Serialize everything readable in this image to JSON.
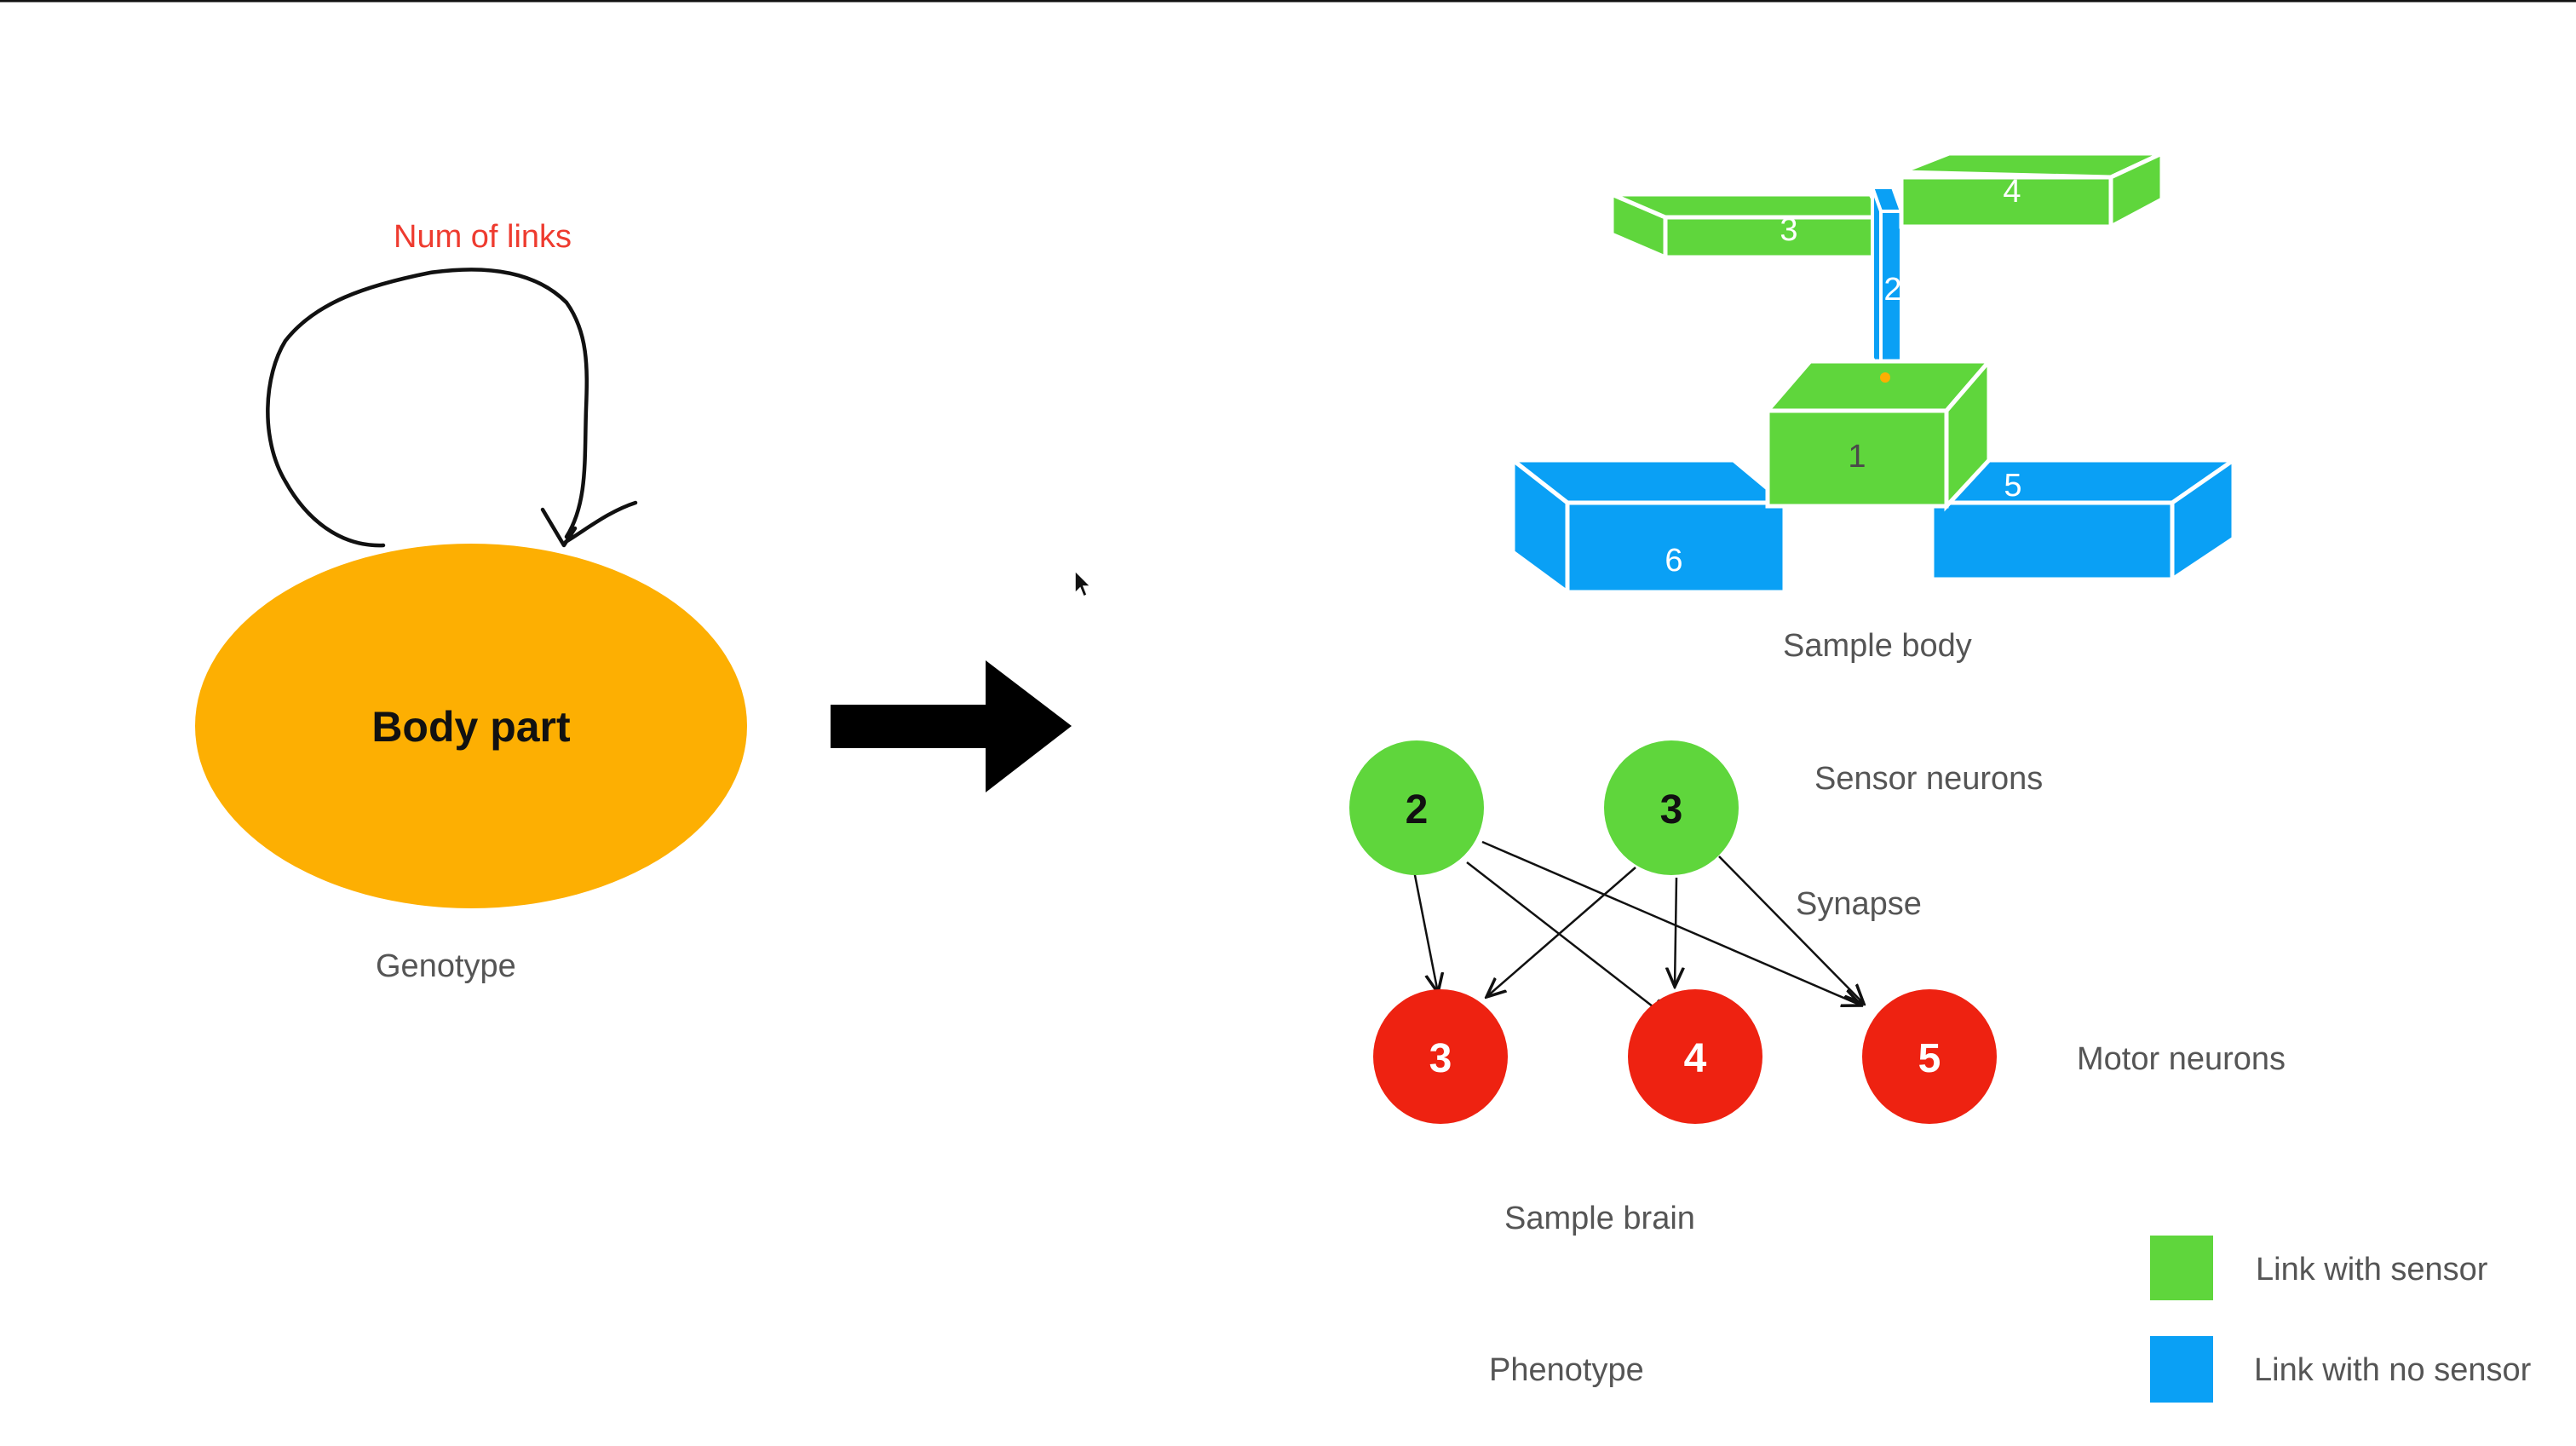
{
  "colors": {
    "sensor_green": "#5fd63c",
    "no_sensor_blue": "#0aa0f5",
    "body_part_orange": "#fdaf02",
    "motor_red": "#ee2211",
    "annotation_red": "#ee3b2f"
  },
  "genotype": {
    "num_links_label": "Num of links",
    "body_part_label": "Body part",
    "caption": "Genotype"
  },
  "sample_body": {
    "caption": "Sample body",
    "links": [
      {
        "id": "1",
        "type": "sensor"
      },
      {
        "id": "2",
        "type": "no_sensor"
      },
      {
        "id": "3",
        "type": "sensor"
      },
      {
        "id": "4",
        "type": "sensor"
      },
      {
        "id": "5",
        "type": "no_sensor"
      },
      {
        "id": "6",
        "type": "no_sensor"
      }
    ]
  },
  "sample_brain": {
    "caption": "Sample brain",
    "sensor_label": "Sensor neurons",
    "synapse_label": "Synapse",
    "motor_label": "Motor neurons",
    "sensor_neurons": [
      "2",
      "3"
    ],
    "motor_neurons": [
      "3",
      "4",
      "5"
    ],
    "synapses": [
      {
        "from": "2",
        "to": "3"
      },
      {
        "from": "2",
        "to": "4"
      },
      {
        "from": "2",
        "to": "5"
      },
      {
        "from": "3",
        "to": "3"
      },
      {
        "from": "3",
        "to": "4"
      },
      {
        "from": "3",
        "to": "5"
      }
    ]
  },
  "phenotype_caption": "Phenotype",
  "legend": [
    {
      "label": "Link with sensor",
      "color": "#5fd63c"
    },
    {
      "label": "Link with no sensor",
      "color": "#0aa0f5"
    }
  ]
}
